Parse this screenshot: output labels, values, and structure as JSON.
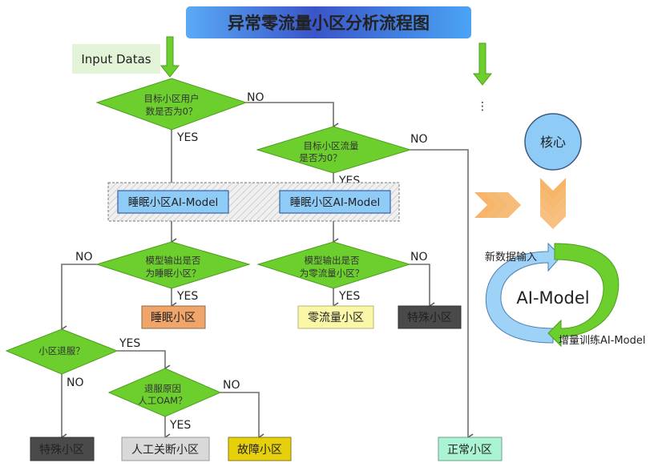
{
  "title": "异常零流量小区分析流程图",
  "input_label": "Input Datas",
  "ellipsis": "⋮",
  "decisions": {
    "users_zero": [
      "目标小区用户",
      "数是否为0？"
    ],
    "traffic_zero": [
      "目标小区流量",
      "是否为0？"
    ],
    "sleep_output": [
      "模型输出是否",
      "为睡眠小区？"
    ],
    "zero_output": [
      "模型输出是否",
      "为零流量小区？"
    ],
    "decommission": [
      "小区退服？"
    ],
    "manual_oam": [
      "退服原因",
      "人工OAM？"
    ]
  },
  "models": {
    "left": "睡眠小区AI-Model",
    "right": "睡眠小区AI-Model"
  },
  "results": {
    "sleep_cell": "睡眠小区",
    "zero_traffic_cell": "零流量小区",
    "special_cell_1": "特殊小区",
    "special_cell_2": "特殊小区",
    "manual_shutdown_cell": "人工关断小区",
    "fault_cell": "故障小区",
    "normal_cell": "正常小区"
  },
  "edge_labels": {
    "yes": "YES",
    "no": "NO"
  },
  "core": {
    "label": "核心",
    "cycle_center": "AI-Model",
    "new_data_input": "新数据输入",
    "incremental_training": "增量训练AI-Model"
  },
  "colors": {
    "title_bg_start": "#4da3f5",
    "title_bg_mid": "#3b5fd0",
    "decision_green": "#6ccf2e",
    "model_blue": "#8fcbf7",
    "sleep_orange": "#f0a56a",
    "zero_yellow": "#fbf7a8",
    "special_dark": "#4a4a4a",
    "manual_gray": "#d9d9d9",
    "fault_yellow": "#e6cf0b",
    "normal_mint": "#aaf4d4",
    "chevron_orange": "#f6b56a",
    "cycle_blue": "#9fd2f7",
    "cycle_green": "#6ccf2e"
  }
}
